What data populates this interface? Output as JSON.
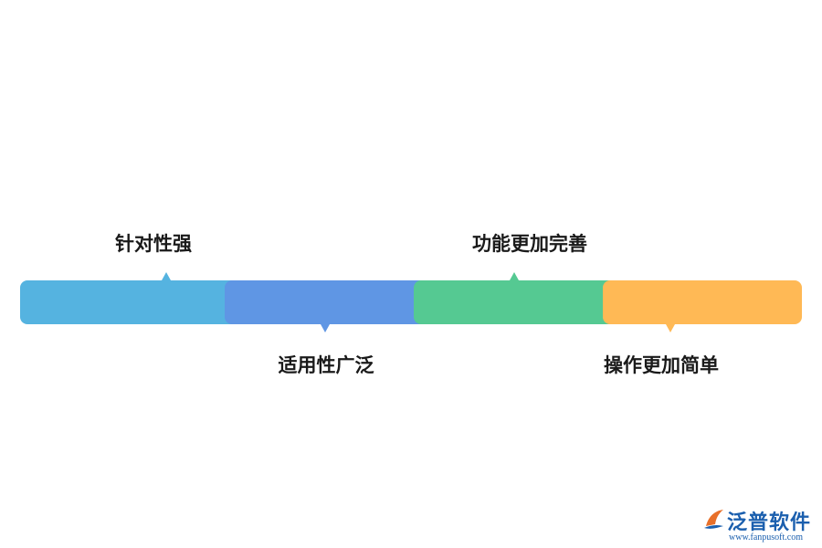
{
  "features": [
    {
      "label": "针对性强",
      "color": "#55b3e0"
    },
    {
      "label": "适用性广泛",
      "color": "#5f96e4"
    },
    {
      "label": "功能更加完善",
      "color": "#55c992"
    },
    {
      "label": "操作更加简单",
      "color": "#ffb955"
    }
  ],
  "logo": {
    "name": "泛普软件",
    "url": "www.fanpusoft.com",
    "color": "#1b5fae",
    "icon": "fanpu-logo-icon"
  }
}
